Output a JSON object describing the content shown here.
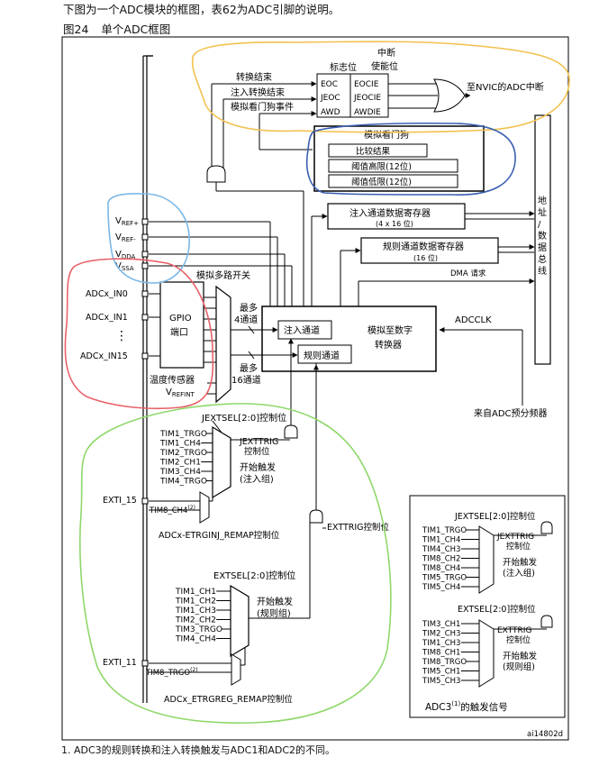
{
  "intro": "下图为一个ADC模块的框图，表62为ADC引脚的说明。",
  "figure": {
    "number": "图24",
    "title": "单个ADC框图"
  },
  "flags": {
    "header": "标志位",
    "enable_header_1": "中断",
    "enable_header_2": "使能位",
    "eoc": "EOC",
    "jeoc": "JEOC",
    "awd": "AWD",
    "eocie": "EOCIE",
    "jeocie": "JEOCIE",
    "awdie": "AWDIE",
    "conv_end": "转换结束",
    "inj_conv_end": "注入转换结束",
    "watchdog_event": "模拟看门狗事件",
    "nvic": "至NVIC的ADC中断"
  },
  "watchdog": {
    "title": "模拟看门狗",
    "compare": "比较结果",
    "high": "阈值高限(12位)",
    "low": "阈值低限(12位)"
  },
  "registers": {
    "injected": "注入通道数据寄存器",
    "injected_size": "(4 x 16 位)",
    "regular": "规则通道数据寄存器",
    "regular_size": "(16 位)",
    "dma": "DMA 请求",
    "bus": [
      "地",
      "址",
      "/",
      "数",
      "据",
      "总",
      "线"
    ]
  },
  "pins": {
    "vref_plus": "REF+",
    "vref_minus": "REF-",
    "vdda": "DDA",
    "vssa": "SSA",
    "in0": "ADCx_IN0",
    "in1": "ADCx_IN1",
    "dots": "⋮",
    "in15": "ADCx_IN15",
    "temp": "温度传感器",
    "vrefint": "REFINT"
  },
  "gpio": {
    "line1": "GPIO",
    "line2": "端口"
  },
  "mux": {
    "title": "模拟多路开关",
    "up_to_1": "最多",
    "up_to_1b": "4通道",
    "up_to_2": "最多",
    "up_to_2b": "16通道"
  },
  "adc": {
    "injected_ch": "注入通道",
    "regular_ch": "规则通道",
    "converter_1": "模拟至数字",
    "converter_2": "转换器",
    "clk": "ADCCLK",
    "prescaler": "来自ADC预分频器"
  },
  "inj_trigger": {
    "sel": "JEXTSEL[2:0]控制位",
    "inputs": [
      "TIM1_TRGO",
      "TIM1_CH4",
      "TIM2_TRGO",
      "TIM2_CH1",
      "TIM3_CH4",
      "TIM4_TRGO"
    ],
    "jexttrig_1": "JEXTTRIG",
    "jexttrig_2": "控制位",
    "start_1": "开始触发",
    "start_2": "(注入组)",
    "exti": "EXTI_15",
    "tim8": "TIM8_CH4",
    "tim8_sup": "(2)",
    "remap": "ADCx-ETRGINJ_REMAP控制位"
  },
  "reg_trigger": {
    "exttrig": "EXTTRIG控制位",
    "sel": "EXTSEL[2:0]控制位",
    "inputs": [
      "TIM1_CH1",
      "TIM1_CH2",
      "TIM1_CH3",
      "TIM2_CH2",
      "TIM3_TRGO",
      "TIM4_CH4"
    ],
    "start_1": "开始触发",
    "start_2": "(规则组)",
    "exti": "EXTI_11",
    "tim8": "TIM8_TRGO",
    "tim8_sup": "(2)",
    "remap": "ADCx_ETRGREG_REMAP控制位"
  },
  "adc3": {
    "jsel": "JEXTSEL[2:0]控制位",
    "jinputs": [
      "TIM1_TRGO",
      "TIM1_CH4",
      "TIM4_CH3",
      "TIM8_CH2",
      "TIM8_CH4",
      "TIM5_TRGO",
      "TIM5_CH4"
    ],
    "jexttrig_1": "JEXTTRIG",
    "jexttrig_2": "控制位",
    "jstart_1": "开始触发",
    "jstart_2": "(注入组)",
    "sel": "EXTSEL[2:0]控制位",
    "inputs": [
      "TIM3_CH1",
      "TIM2_CH3",
      "TIM1_CH3",
      "TIM8_CH1",
      "TIM8_TRGO",
      "TIM5_CH1",
      "TIM5_CH3"
    ],
    "exttrig_1": "EXTTRIG",
    "exttrig_2": "控制位",
    "start_1": "开始触发",
    "start_2": "(规则组)",
    "caption": "ADC3",
    "caption_sup": "(1)",
    "caption_rest": "的触发信号"
  },
  "figure_id": "ai14802d",
  "footnote": "1. ADC3的规则转换和注入转换触发与ADC1和ADC2的不同。",
  "highlight_colors": {
    "orange": "#f2c14e",
    "blue": "#3a5fb0",
    "light_blue": "#7cb8e6",
    "red": "#e8626a",
    "green": "#8fd86a"
  }
}
